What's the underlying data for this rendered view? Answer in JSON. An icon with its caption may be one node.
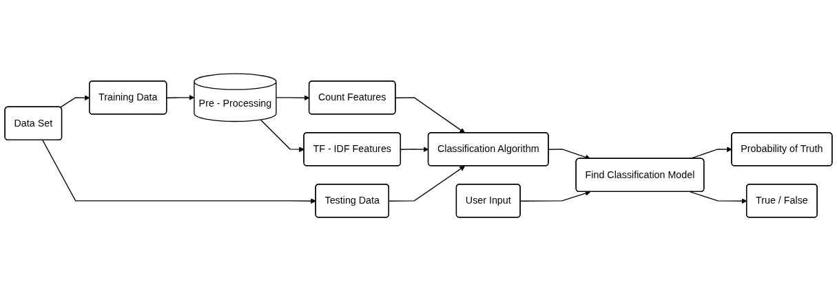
{
  "diagram": {
    "nodes": [
      {
        "text": [
          "Data Set"
        ]
      },
      {
        "text": [
          "Training Data"
        ]
      },
      {
        "text": [
          "Testing Data"
        ]
      },
      {
        "text": [
          "Pre - Processing"
        ]
      },
      {
        "text": [
          "Count Features"
        ]
      },
      {
        "text": [
          "TF - IDF Features"
        ]
      },
      {
        "text": [
          "Classification Algorithm"
        ]
      },
      {
        "text": [
          "Find Classification Model"
        ]
      },
      {
        "text": [
          "Probability of Truth"
        ]
      },
      {
        "text": [
          "True / False"
        ]
      },
      {
        "text": [
          "User Input"
        ]
      }
    ],
    "edges": [
      {
        "from": 0,
        "to": 1,
        "arrow": "to"
      },
      {
        "from": 0,
        "to": 2,
        "arrow": "to"
      },
      {
        "from": 1,
        "to": 3,
        "arrow": "to"
      },
      {
        "from": 3,
        "to": 4,
        "arrow": "to"
      },
      {
        "from": 3,
        "to": 5,
        "arrow": "to"
      },
      {
        "from": 4,
        "to": 6,
        "arrow": "to"
      },
      {
        "from": 5,
        "to": 6,
        "arrow": "to"
      },
      {
        "from": 2,
        "to": 6,
        "arrow": "to"
      },
      {
        "from": 6,
        "to": 7,
        "arrow": "to"
      },
      {
        "from": 7,
        "to": 8,
        "arrow": "to"
      },
      {
        "from": 7,
        "to": 9,
        "arrow": "to"
      },
      {
        "from": 10,
        "to": 7,
        "arrow": "to"
      }
    ]
  }
}
